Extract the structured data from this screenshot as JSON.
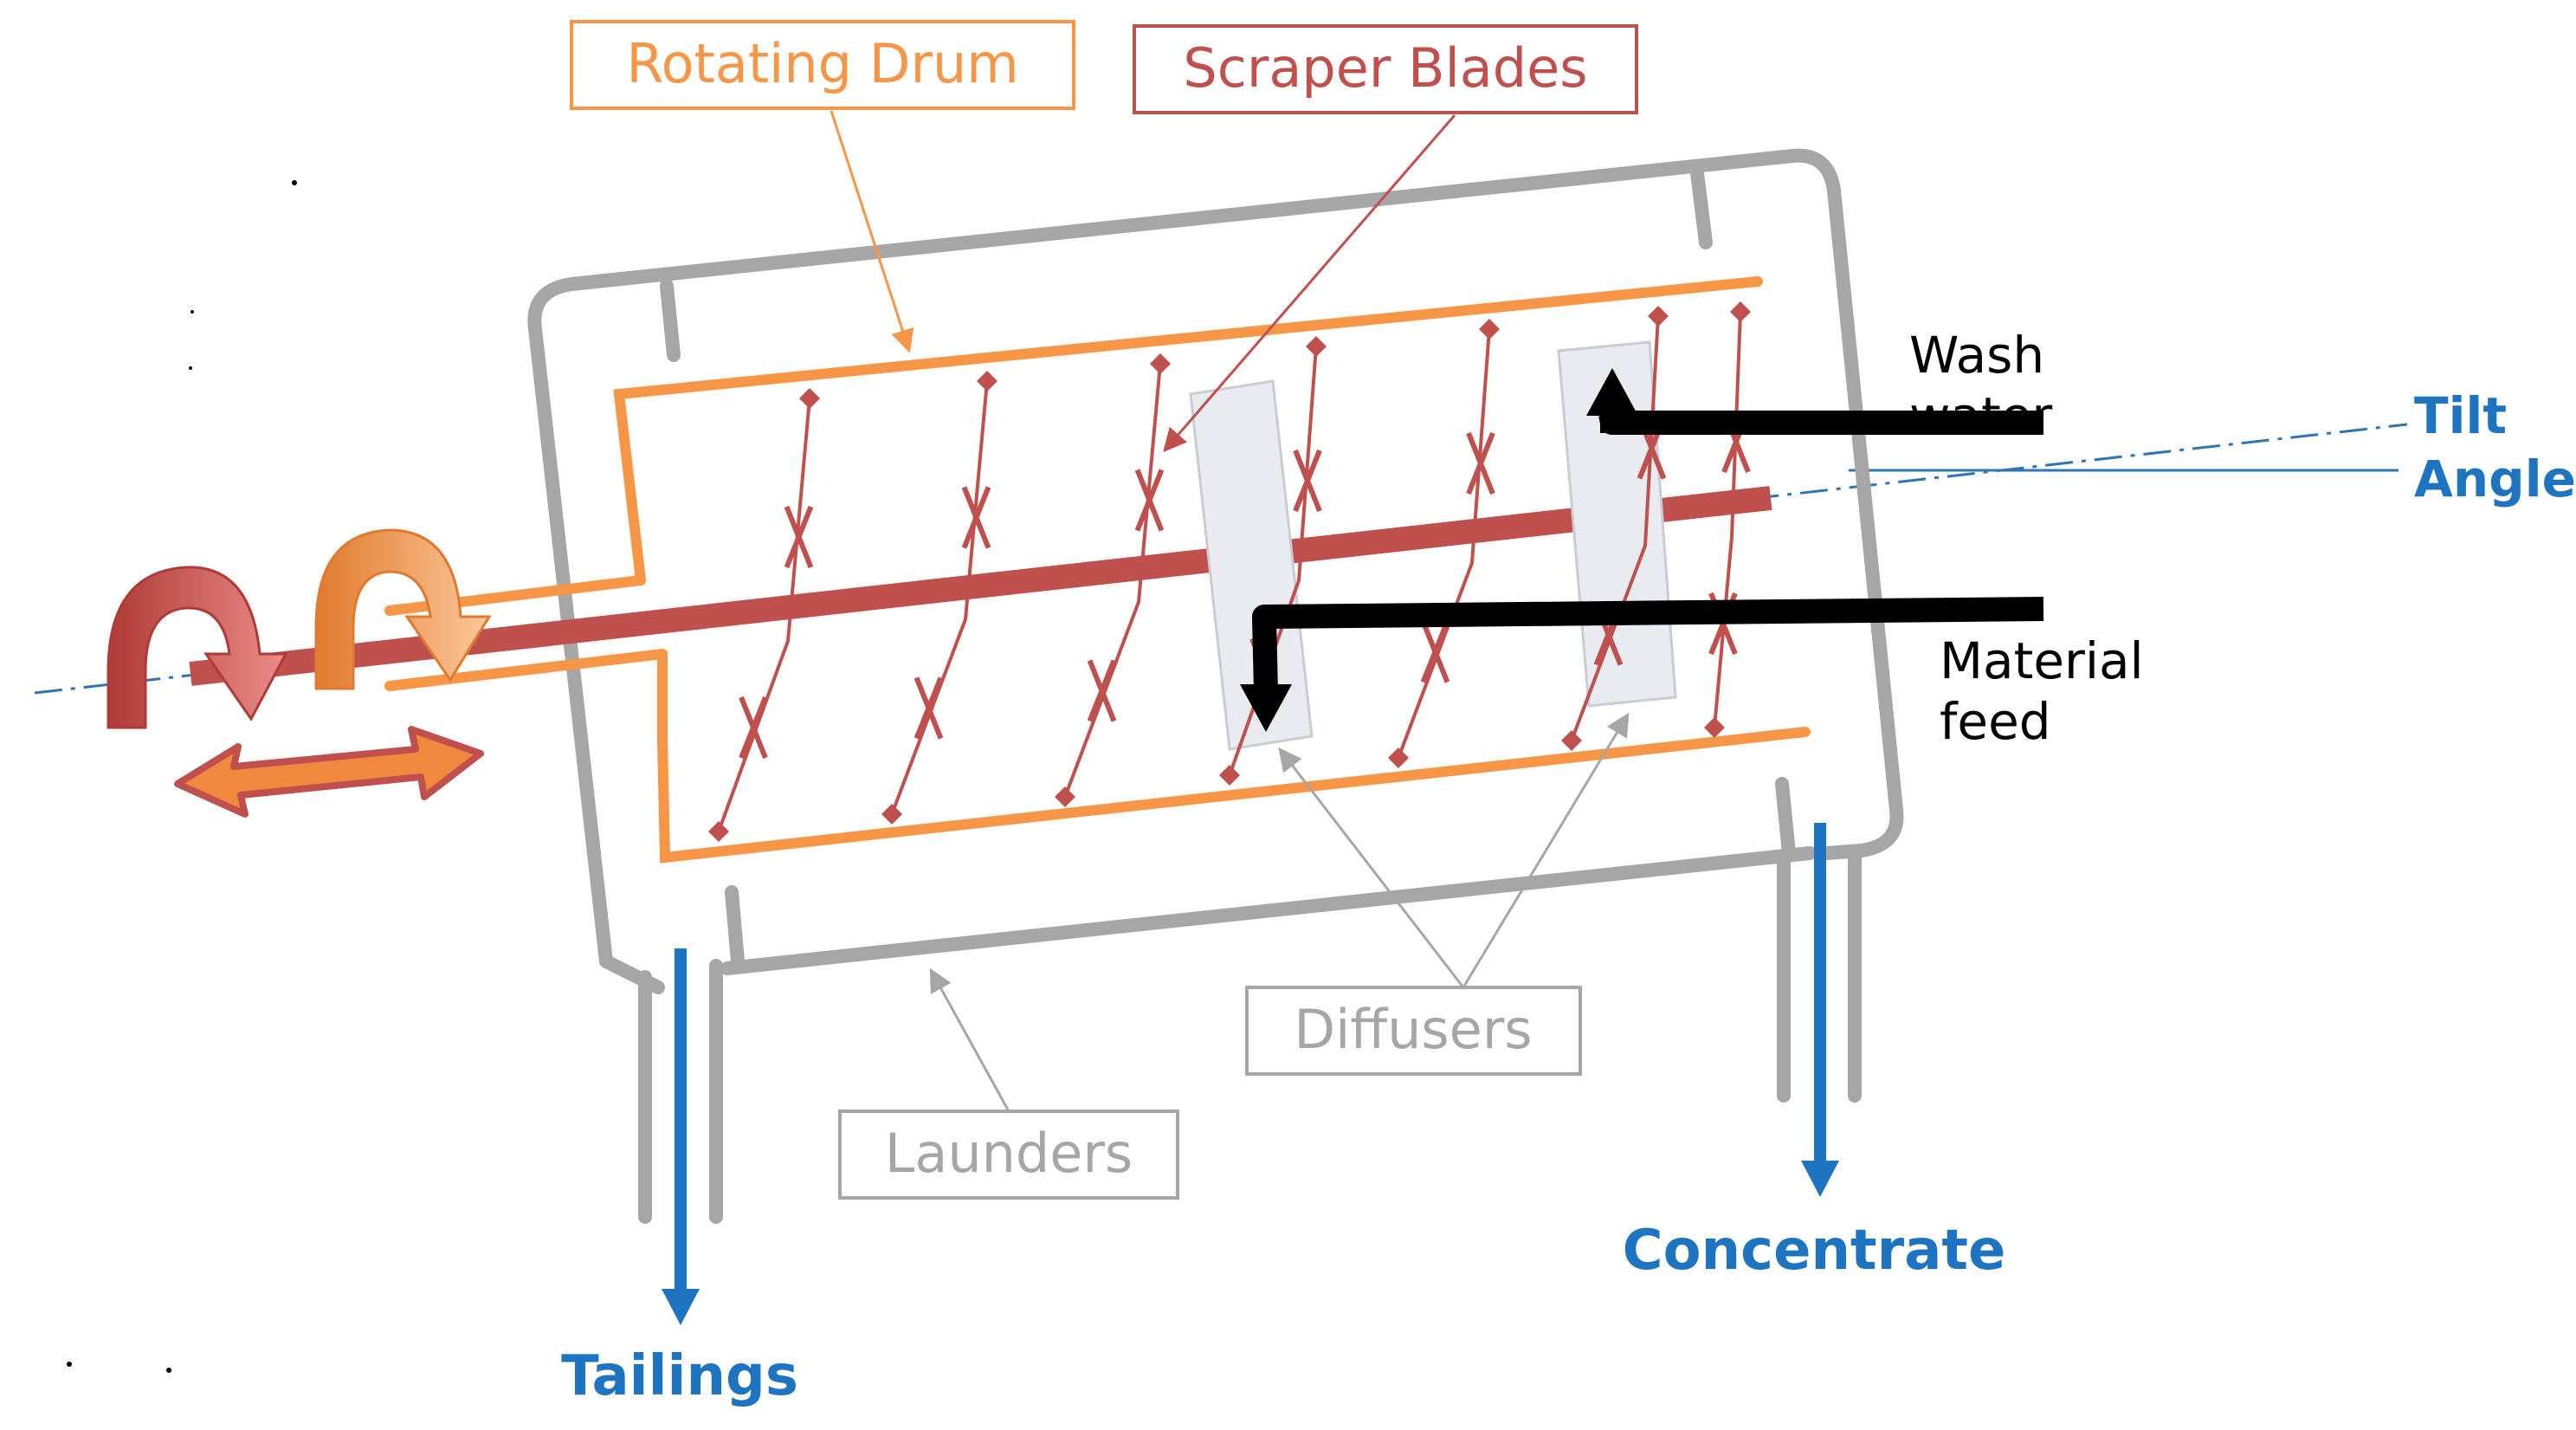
{
  "labels": {
    "rotating_drum": "Rotating Drum",
    "scraper_blades": "Scraper Blades",
    "wash_water_line1": "Wash",
    "wash_water_line2": "water",
    "tilt_line1": "Tilt",
    "tilt_line2": "Angle",
    "material_line1": "Material",
    "material_line2": "feed",
    "diffusers": "Diffusers",
    "launders": "Launders",
    "concentrate": "Concentrate",
    "tailings": "Tailings"
  },
  "colors": {
    "drum": "#F79646",
    "shaft": "#C0504D",
    "blade": "#C0504D",
    "scraper_label": "#C0504D",
    "housing": "#A6A6A6",
    "diffuser_fill": "#E9EBF0",
    "flow_out": "#1F74C2",
    "feed_arrow": "#000000",
    "label_gray": "#A6A6A6"
  },
  "icons": {
    "rotation": "curved-rotation-arrow-icon",
    "oscillation": "double-headed-arrow-icon"
  }
}
